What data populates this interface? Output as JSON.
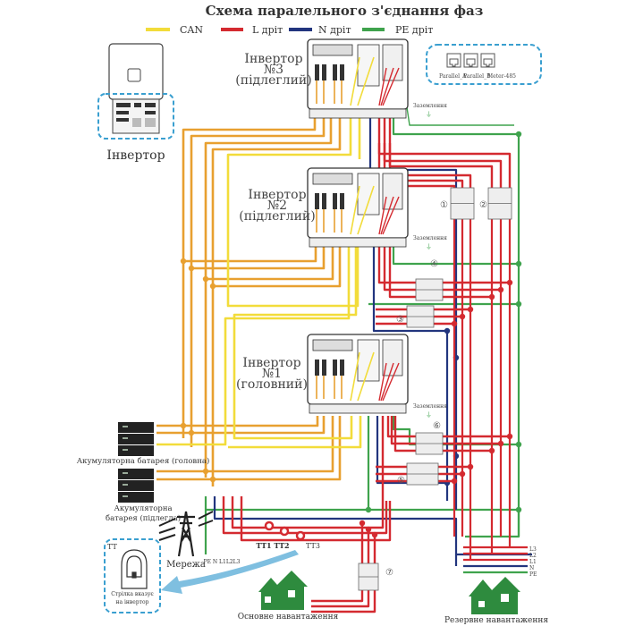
{
  "title": "Схема паралельного з'єднання фаз",
  "legend": [
    {
      "label": "CAN",
      "color": "#f2dc3a"
    },
    {
      "label": "L дріт",
      "color": "#d42a30"
    },
    {
      "label": "N  дріт",
      "color": "#22357e"
    },
    {
      "label": "PE дріт",
      "color": "#3fa34d"
    }
  ],
  "colors": {
    "can": "#f2dc3a",
    "battery_wire": "#e8a030",
    "l_wire": "#d42a30",
    "n_wire": "#22357e",
    "pe_wire": "#3fa34d",
    "highlight": "#3a9fd0",
    "house": "#2e8b3e",
    "arrow": "#7fbfe0"
  },
  "inverter_overview": {
    "label": "Інвертор"
  },
  "ports": [
    "Parallel_A",
    "Parallel_B",
    "Meter-485"
  ],
  "inverters": [
    {
      "line1": "Інвертор",
      "line2": "№3",
      "line3": "(підлеглий)"
    },
    {
      "line1": "Інвертор",
      "line2": "№2",
      "line3": "(підлеглий)"
    },
    {
      "line1": "Інвертор",
      "line2": "№1",
      "line3": "(головний)"
    }
  ],
  "ground_label": "Заземлення",
  "breakers": [
    "①",
    "②",
    "③",
    "④",
    "⑤",
    "⑥",
    "⑦"
  ],
  "batteries": [
    {
      "label": "Акумуляторна батарея (головна)"
    },
    {
      "label_line1": "Акумуляторна",
      "label_line2": "батарея (підлегла)"
    }
  ],
  "grid": {
    "label": "Мережа",
    "bus_label": "PE N L1L2L3"
  },
  "ct": {
    "labels": [
      "TT1",
      "TT2",
      "TT3"
    ],
    "box_title": "TT",
    "note_line1": "Стрілка вказує",
    "note_line2": "на інвертор"
  },
  "main_load": {
    "label": "Основне навантаження"
  },
  "backup_load": {
    "label": "Резервне навантаження",
    "bus": [
      "L3",
      "L2",
      "L1",
      "N",
      "PE"
    ]
  }
}
